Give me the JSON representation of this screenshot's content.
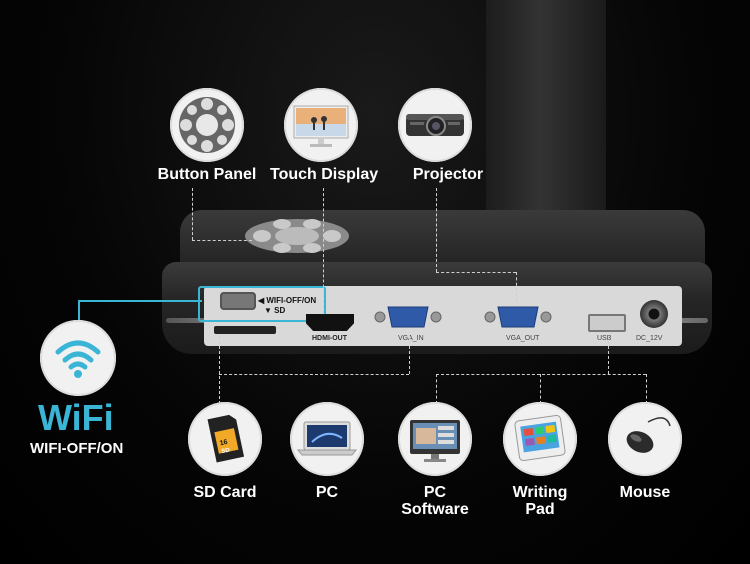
{
  "top_items": [
    {
      "label": "Button Panel",
      "icon": "button-panel-icon"
    },
    {
      "label": "Touch Display",
      "icon": "touch-display-icon"
    },
    {
      "label": "Projector",
      "icon": "projector-icon"
    }
  ],
  "bottom_items": [
    {
      "label": "SD Card",
      "icon": "sd-card-icon"
    },
    {
      "label": "PC",
      "icon": "laptop-icon"
    },
    {
      "label": "PC Software",
      "line1": "PC",
      "line2": "Software",
      "icon": "pc-software-icon"
    },
    {
      "label": "Writing Pad",
      "line1": "Writing",
      "line2": "Pad",
      "icon": "writing-pad-icon"
    },
    {
      "label": "Mouse",
      "icon": "mouse-icon"
    }
  ],
  "wifi": {
    "title": "WiFi",
    "subtitle": "WIFI-OFF/ON"
  },
  "switch_label": {
    "line1": "◀ WIFI-OFF/ON",
    "line2": "▼ SD"
  },
  "ports": {
    "hdmi": "HDMI-OUT",
    "vga_in": "VGA_IN",
    "vga_out": "VGA_OUT",
    "usb": "USB",
    "dc": "DC_12V"
  },
  "sd_card": {
    "text1": "16",
    "text2": "SD"
  },
  "colors": {
    "accent": "#3ab5d6",
    "device_body": "#2a2a2a",
    "vga_blue": "#2f5aa8"
  }
}
